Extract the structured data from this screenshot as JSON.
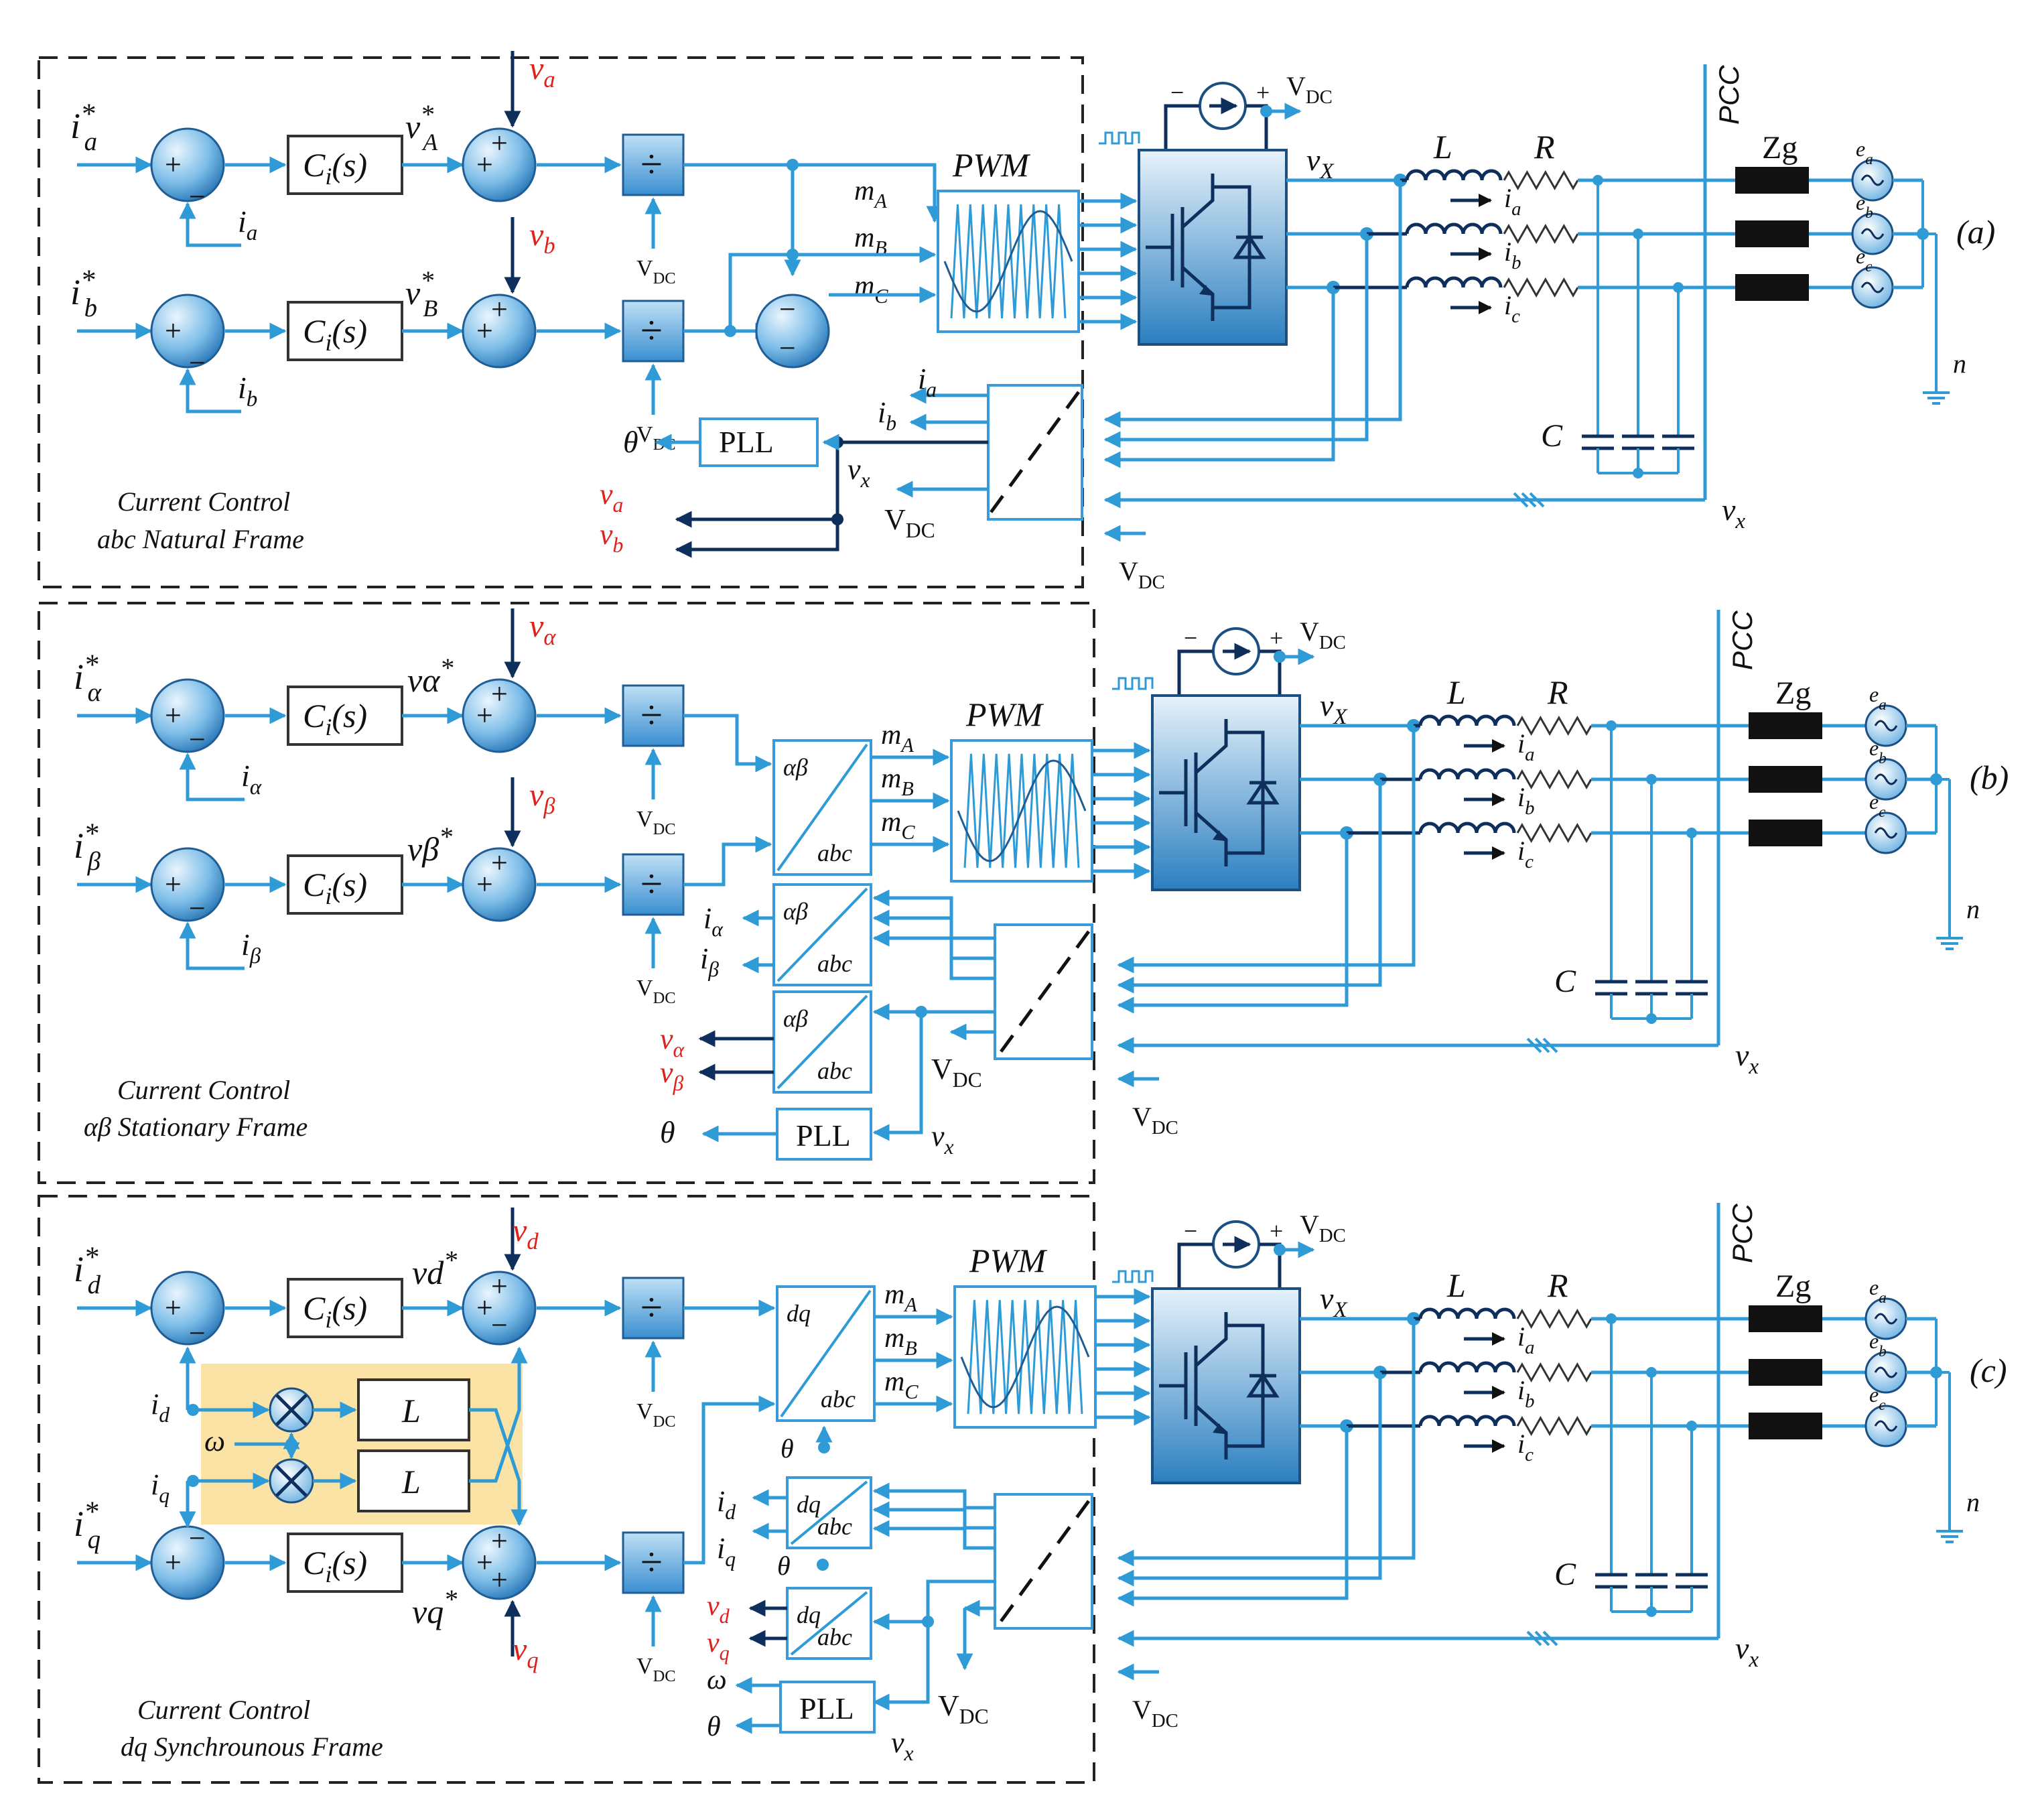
{
  "colors": {
    "wire": "#2e9ad6",
    "dark_wire": "#0e2e5c",
    "red_label": "#e0201b",
    "highlight": "#fbe3a5",
    "inverter_top": "#d9ecf8",
    "inverter_bottom": "#2b7fc0"
  },
  "common": {
    "ci": "C",
    "ci_sub": "i",
    "ci_s": "(s)",
    "div": "÷",
    "pwm": "PWM",
    "pll": "PLL",
    "vdc": "V",
    "vdc_sub": "DC",
    "L": "L",
    "R": "R",
    "C": "C",
    "Zg": "Zg",
    "PCC": "PCC",
    "vX": "v",
    "vX_sub": "X",
    "vx": "v",
    "vx_sub": "x",
    "n": "n",
    "theta": "θ",
    "omega": "ω",
    "mA": "m",
    "mA_sub": "A",
    "mB": "m",
    "mB_sub": "B",
    "mC": "m",
    "mC_sub": "C",
    "ia": "i",
    "ia_sub": "a",
    "ib": "i",
    "ib_sub": "b",
    "ic": "i",
    "ic_sub": "c",
    "ea": "e",
    "ea_sub": "a",
    "eb": "e",
    "eb_sub": "b",
    "ec": "e",
    "ec_sub": "c",
    "abc": "abc",
    "plus": "+",
    "minus": "−"
  },
  "panels": [
    {
      "tag": "(a)",
      "caption1": "Current Control",
      "caption2": "abc Natural Frame",
      "ref1": "i",
      "ref1_sub": "a",
      "ref2": "i",
      "ref2_sub": "b",
      "fb1": "i",
      "fb1_sub": "a",
      "fb2": "i",
      "fb2_sub": "b",
      "v1": "v",
      "v1_sub": "A",
      "v2": "v",
      "v2_sub": "B",
      "ff1": "v",
      "ff1_sub": "a",
      "ff2": "v",
      "ff2_sub": "b",
      "out1": "i",
      "out1_sub": "a",
      "out2": "i",
      "out2_sub": "b",
      "vout1": "v",
      "vout1_sub": "a",
      "vout2": "v",
      "vout2_sub": "b"
    },
    {
      "tag": "(b)",
      "caption1": "Current Control",
      "caption2": "αβ Stationary Frame",
      "ref1": "i",
      "ref1_sub": "α",
      "ref2": "i",
      "ref2_sub": "β",
      "fb1": "i",
      "fb1_sub": "α",
      "fb2": "i",
      "fb2_sub": "β",
      "v1": "vα",
      "v2": "vβ",
      "ff1": "v",
      "ff1_sub": "α",
      "ff2": "v",
      "ff2_sub": "β",
      "tr": "αβ",
      "out1": "i",
      "out1_sub": "α",
      "out2": "i",
      "out2_sub": "β",
      "vout1": "v",
      "vout1_sub": "α",
      "vout2": "v",
      "vout2_sub": "β"
    },
    {
      "tag": "(c)",
      "caption1": "Current Control",
      "caption2": "dq Synchrounous Frame",
      "ref1": "i",
      "ref1_sub": "d",
      "ref2": "i",
      "ref2_sub": "q",
      "fb1": "i",
      "fb1_sub": "d",
      "fb2": "i",
      "fb2_sub": "q",
      "v1": "vd",
      "v2": "vq",
      "ff1": "v",
      "ff1_sub": "d",
      "ff2": "v",
      "ff2_sub": "q",
      "tr": "dq",
      "out1": "i",
      "out1_sub": "d",
      "out2": "i",
      "out2_sub": "q",
      "vout1": "v",
      "vout1_sub": "d",
      "vout2": "v",
      "vout2_sub": "q",
      "decouple_L": "L"
    }
  ]
}
